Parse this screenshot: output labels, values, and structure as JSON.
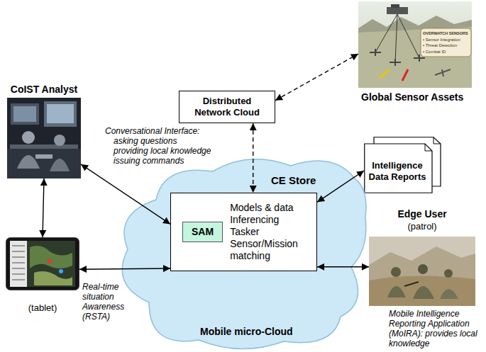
{
  "diagram": {
    "nodes": [
      {
        "text": [
          "CoIST Analyst"
        ]
      },
      {
        "text": [
          "Distributed Network Cloud"
        ]
      },
      {
        "text": [
          "Global Sensor Assets"
        ]
      },
      {
        "text": [
          "Intelligence Data Reports"
        ]
      },
      {
        "text": [
          "CE Store",
          "Mobile micro-Cloud"
        ]
      },
      {
        "text": [
          "Models & data Inferencing Tasker Sensor/Mission matching"
        ],
        "in": 4
      },
      {
        "text": [
          "SAM"
        ],
        "in": 5
      },
      {
        "text": [
          "(tablet)"
        ]
      },
      {
        "text": [
          "Edge User",
          "(patrol)"
        ]
      }
    ],
    "edges": [
      {
        "from": 0,
        "to": 5,
        "arrow": "both",
        "label": "Conversational Interface: asking questions providing local knowledge issuing commands"
      },
      {
        "from": 0,
        "to": 7,
        "arrow": "both"
      },
      {
        "from": 7,
        "to": 5,
        "arrow": "both",
        "label": "Real-time situation Awareness (RSTA)"
      },
      {
        "from": 8,
        "to": 5,
        "arrow": "both",
        "label": "Mobile Intelligence Reporting Application (MoIRA): provides local knowledge"
      },
      {
        "from": 3,
        "to": 5,
        "arrow": "both"
      },
      {
        "from": 1,
        "to": 5,
        "arrow": "both"
      },
      {
        "from": 1,
        "to": 2,
        "arrow": "both"
      }
    ],
    "labels": [
      "OVERWATCH SENSORS",
      "• Sensor Integration",
      "• Threat Detection",
      "• Combat ID"
    ]
  }
}
